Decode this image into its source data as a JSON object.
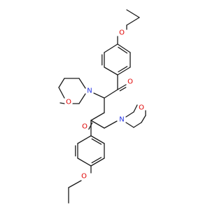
{
  "structure": {
    "atoms": [
      {
        "id": "O_ether_top",
        "label": "O",
        "color": "#e00000"
      },
      {
        "id": "O_carbonyl_top",
        "label": "O",
        "color": "#e00000"
      },
      {
        "id": "N_morpholine_left",
        "label": "N",
        "color": "#2030e0"
      },
      {
        "id": "O_morpholine_left",
        "label": "O",
        "color": "#e00000"
      },
      {
        "id": "O_carbonyl_bottom",
        "label": "O",
        "color": "#e00000"
      },
      {
        "id": "N_morpholine_right",
        "label": "N",
        "color": "#2030e0"
      },
      {
        "id": "O_morpholine_right",
        "label": "O",
        "color": "#e00000"
      },
      {
        "id": "O_ether_bottom",
        "label": "O",
        "color": "#e00000"
      }
    ],
    "bond_color": "#1a1a1a"
  }
}
